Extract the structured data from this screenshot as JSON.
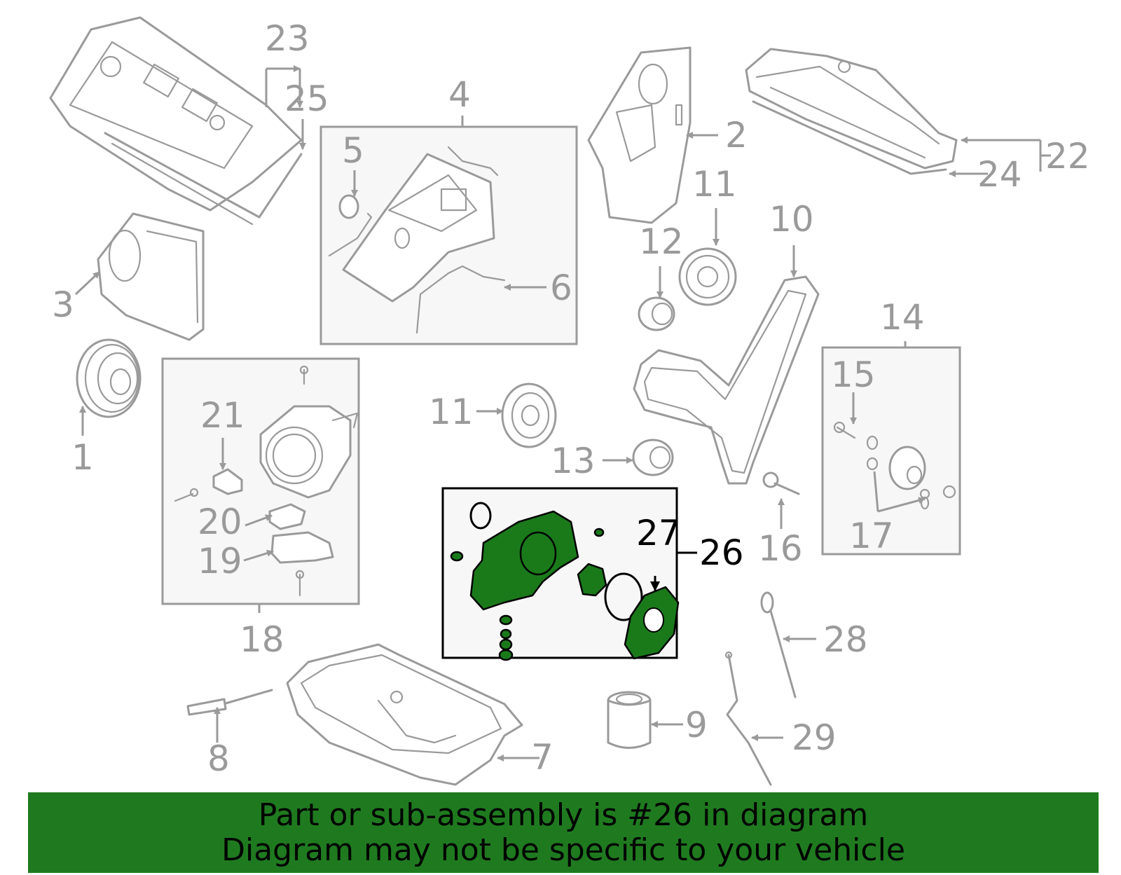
{
  "colors": {
    "part_gray": "#9a9a9a",
    "highlight_green": "#1a7a1a",
    "banner_green": "#1f7a1f",
    "box_fill": "#f7f7f7"
  },
  "callouts": {
    "c1": "1",
    "c2": "2",
    "c3": "3",
    "c4": "4",
    "c5": "5",
    "c6": "6",
    "c7": "7",
    "c8": "8",
    "c9": "9",
    "c10": "10",
    "c11a": "11",
    "c11b": "11",
    "c12": "12",
    "c13": "13",
    "c14": "14",
    "c15": "15",
    "c16": "16",
    "c17": "17",
    "c18": "18",
    "c19": "19",
    "c20": "20",
    "c21": "21",
    "c22": "22",
    "c23": "23",
    "c24": "24",
    "c25": "25",
    "c26": "26",
    "c27": "27",
    "c28": "28",
    "c29": "29"
  },
  "highlighted_part": "26",
  "banner": {
    "line1": "Part or sub-assembly is #26 in diagram",
    "line2": "Diagram may not be specific to your vehicle"
  }
}
